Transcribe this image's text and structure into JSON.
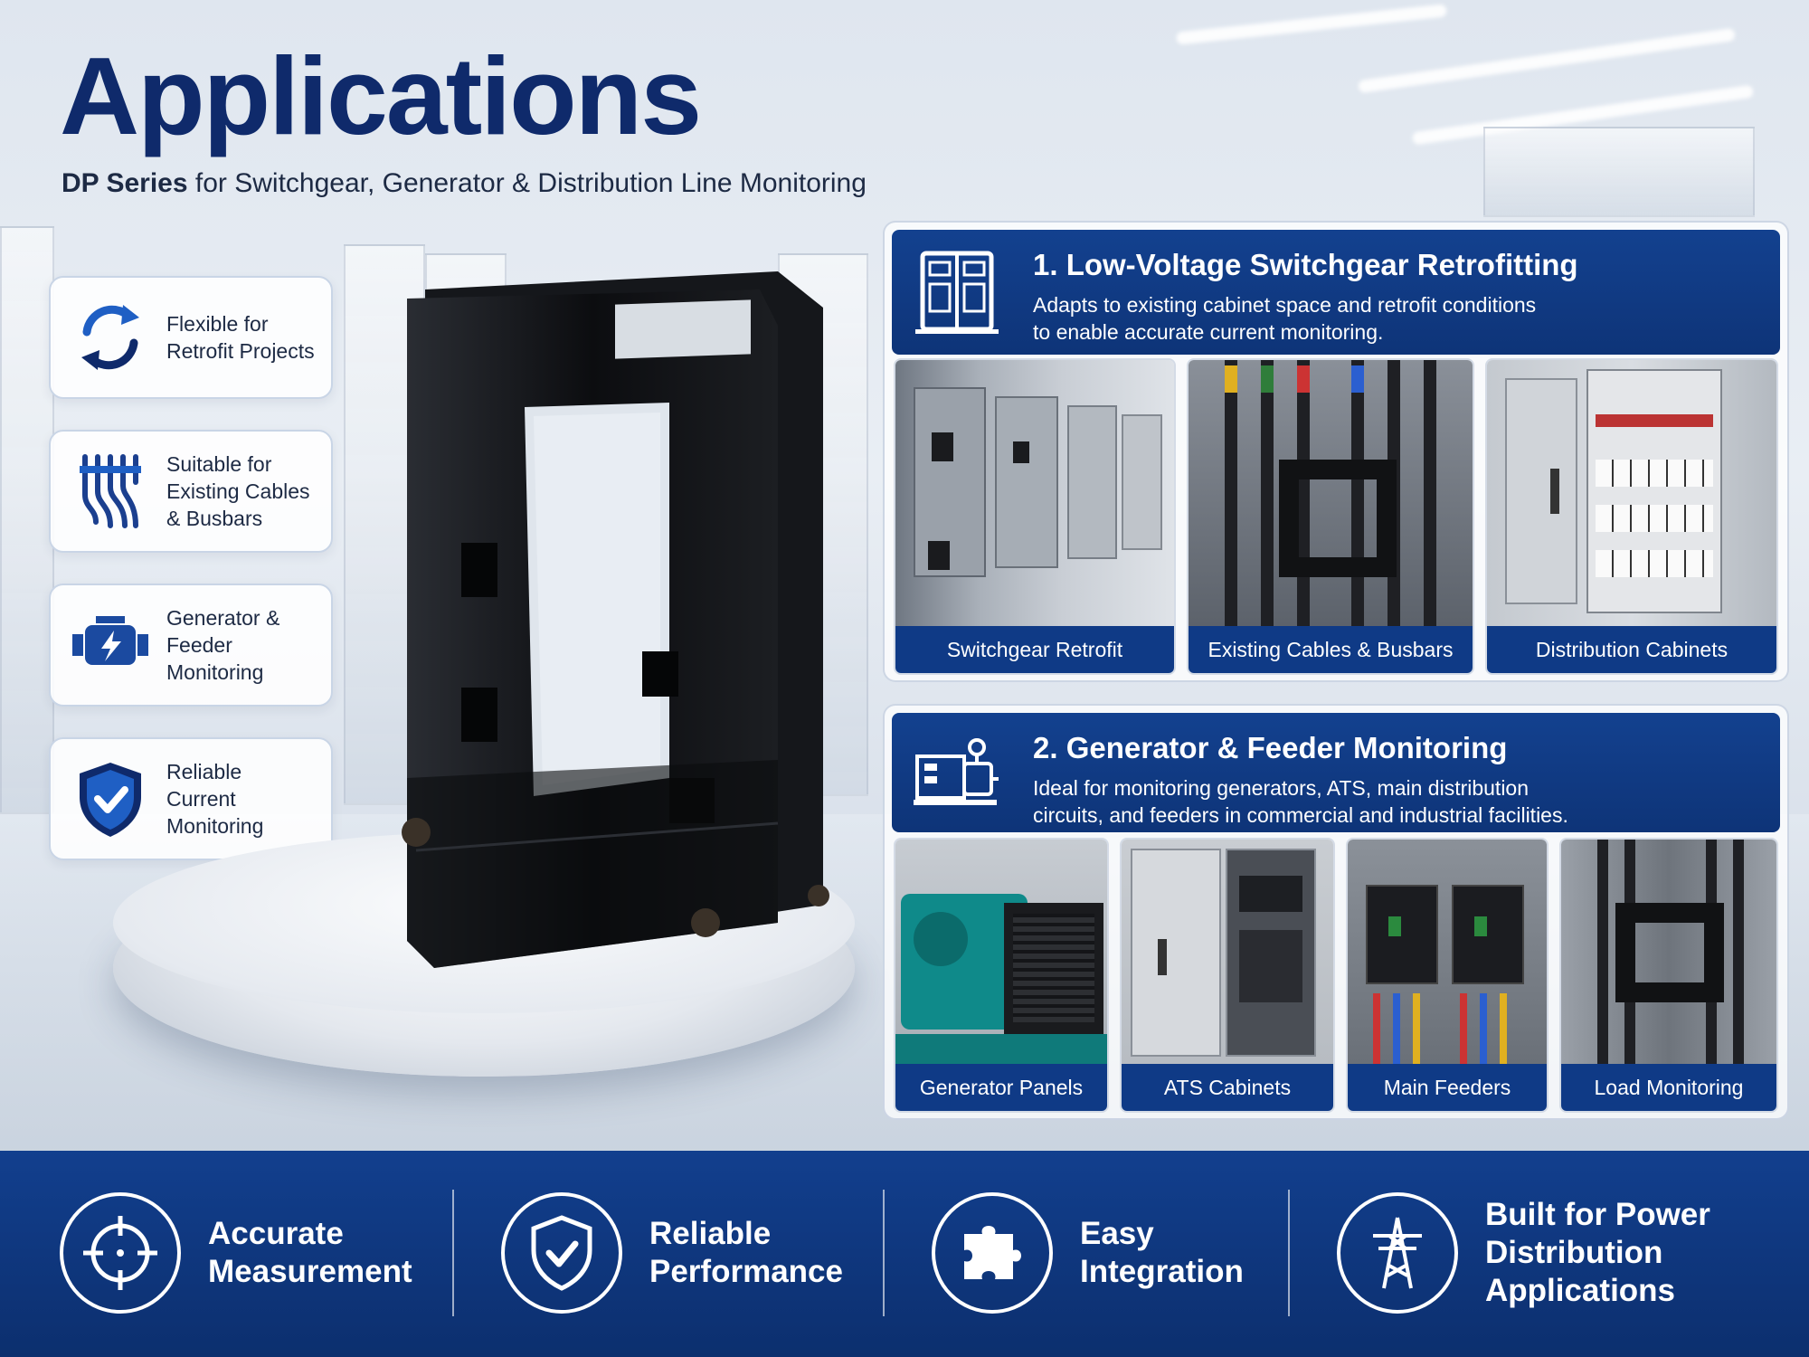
{
  "page": {
    "title": "Applications",
    "subtitle_bold": "DP Series",
    "subtitle_rest": "for Switchgear, Generator & Distribution Line Monitoring"
  },
  "features": [
    {
      "icon": "refresh-arrows-icon",
      "line1": "Flexible for",
      "line2": "Retrofit Projects",
      "line3": ""
    },
    {
      "icon": "cables-icon",
      "line1": "Suitable for",
      "line2": "Existing Cables",
      "line3": "& Busbars"
    },
    {
      "icon": "generator-motor-icon",
      "line1": "Generator &",
      "line2": "Feeder",
      "line3": "Monitoring"
    },
    {
      "icon": "shield-check-icon",
      "line1": "Reliable",
      "line2": "Current",
      "line3": "Monitoring"
    }
  ],
  "sections": [
    {
      "icon": "switchgear-cabinet-icon",
      "title": "1. Low-Voltage Switchgear Retrofitting",
      "desc1": "Adapts to existing cabinet space and retrofit conditions",
      "desc2": "to enable accurate current monitoring.",
      "photos": [
        "Switchgear Retrofit",
        "Existing Cables & Busbars",
        "Distribution Cabinets"
      ]
    },
    {
      "icon": "generator-icon",
      "title": "2. Generator & Feeder Monitoring",
      "desc1": "Ideal for monitoring generators, ATS, main distribution",
      "desc2": "circuits, and feeders in commercial and industrial facilities.",
      "photos": [
        "Generator Panels",
        "ATS Cabinets",
        "Main Feeders",
        "Load Monitoring"
      ]
    }
  ],
  "benefits": [
    {
      "icon": "target-crosshair-icon",
      "line1": "Accurate",
      "line2": "Measurement",
      "line3": ""
    },
    {
      "icon": "shield-check-icon",
      "line1": "Reliable",
      "line2": "Performance",
      "line3": ""
    },
    {
      "icon": "puzzle-piece-icon",
      "line1": "Easy",
      "line2": "Integration",
      "line3": ""
    },
    {
      "icon": "power-tower-icon",
      "line1": "Built for Power",
      "line2": "Distribution",
      "line3": "Applications"
    }
  ],
  "colors": {
    "brand_navy": "#0f2a6b",
    "panel_blue": "#13418f",
    "band_blue": "#123f8e"
  }
}
